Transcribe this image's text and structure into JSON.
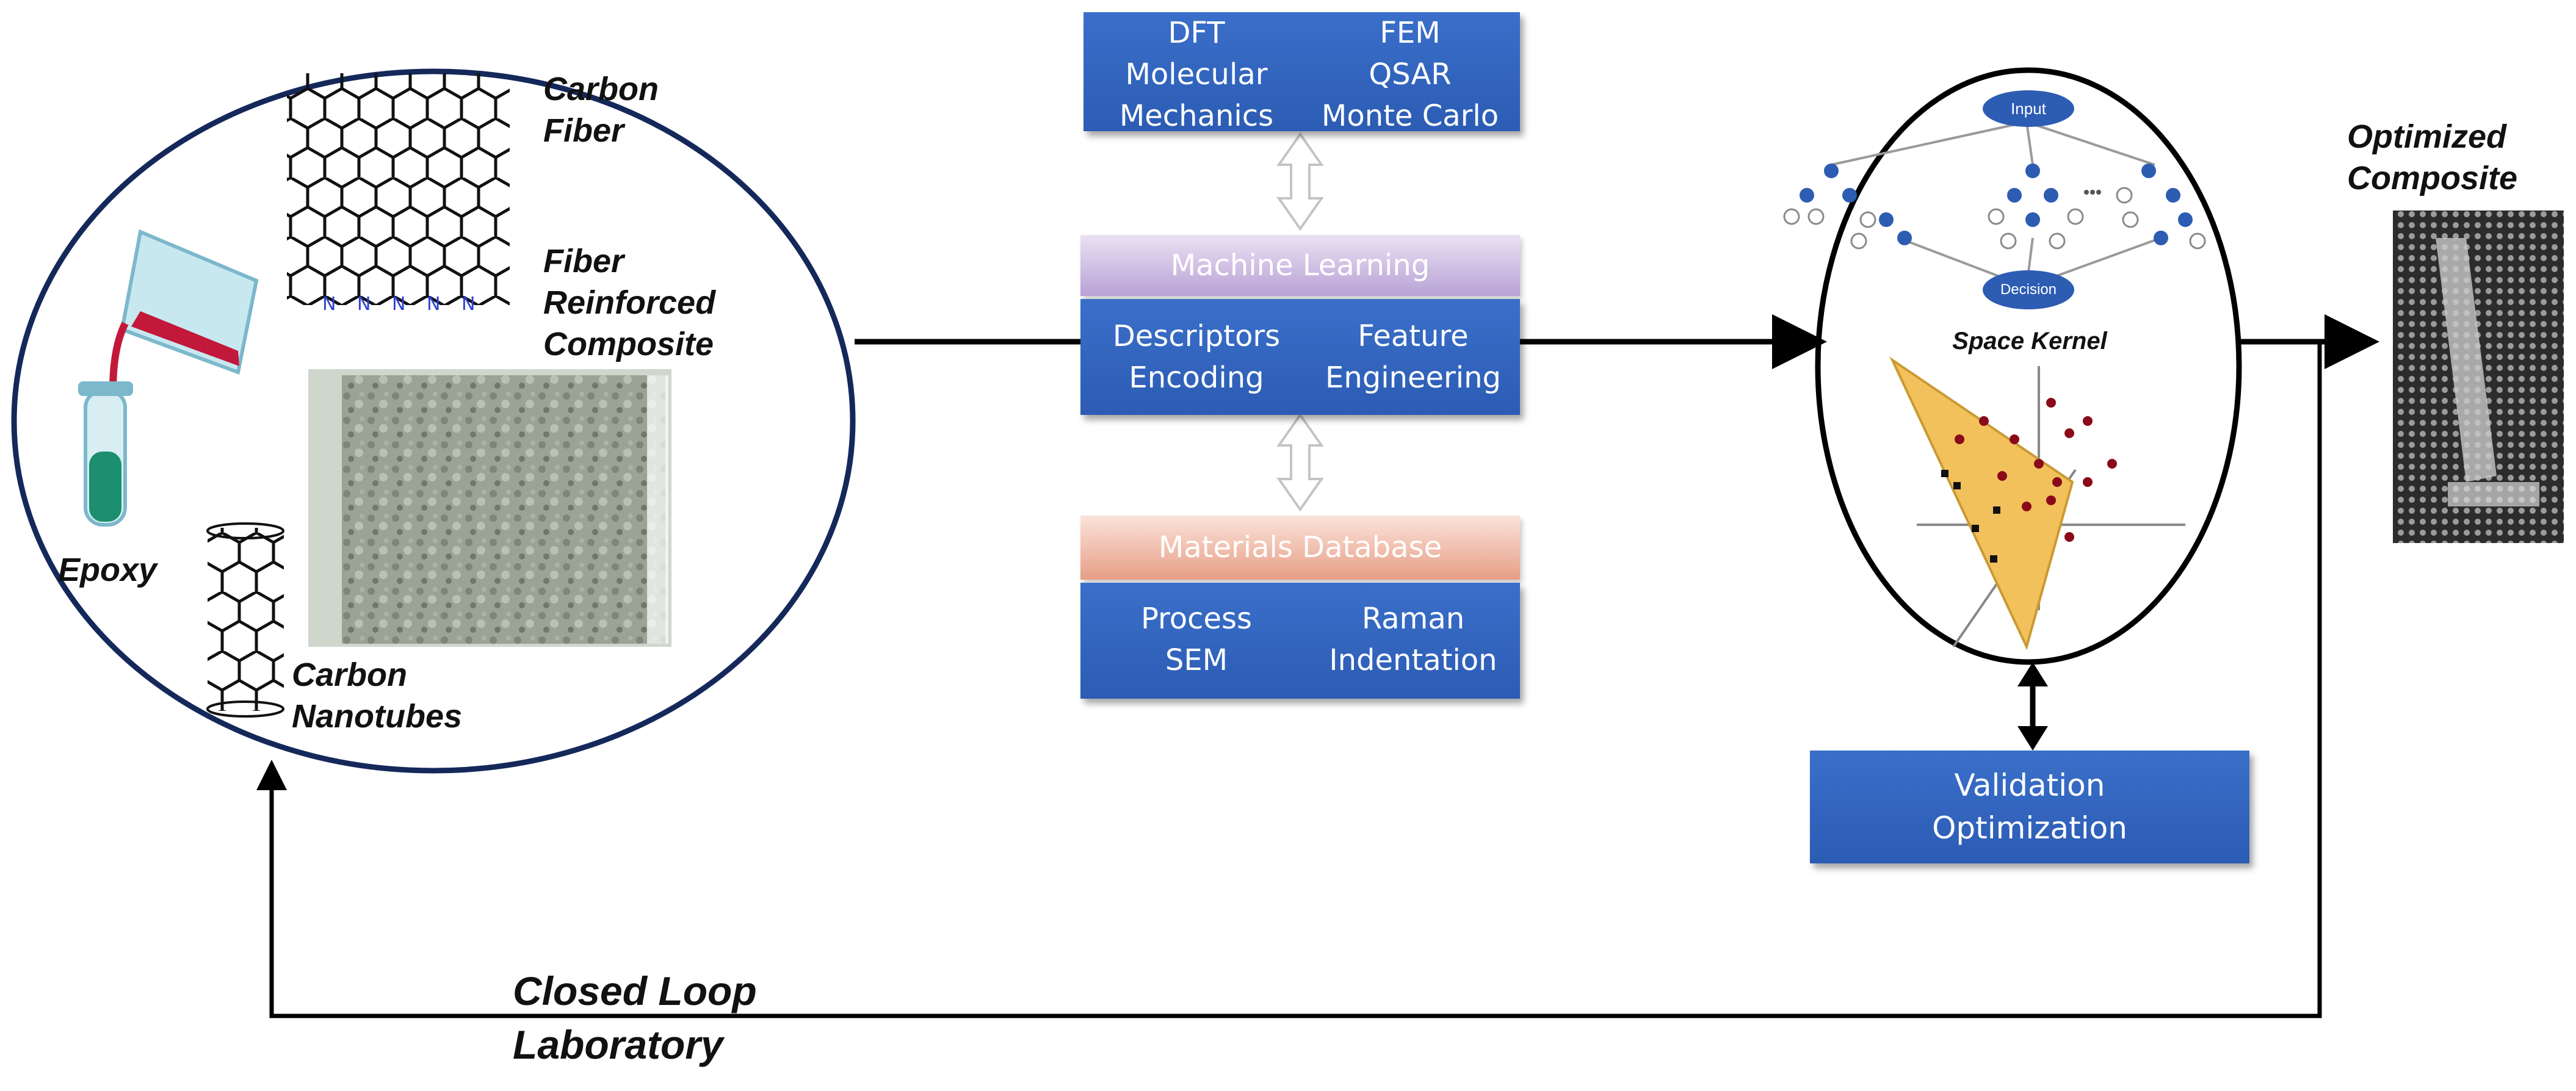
{
  "left": {
    "carbon_fiber": [
      "Carbon",
      "Fiber"
    ],
    "frc": [
      "Fiber",
      "Reinforced",
      "Composite"
    ],
    "epoxy": "Epoxy",
    "cnt": [
      "Carbon",
      "Nanotubes"
    ]
  },
  "top_box": {
    "left_col": [
      "DFT",
      "Molecular",
      "Mechanics"
    ],
    "right_col": [
      "FEM",
      "QSAR",
      "Monte Carlo"
    ]
  },
  "ml": {
    "header": "Machine Learning",
    "left_col": [
      "Descriptors",
      "Encoding"
    ],
    "right_col": [
      "Feature",
      "Engineering"
    ]
  },
  "db": {
    "header": "Materials Database",
    "left_col": [
      "Process",
      "SEM"
    ],
    "right_col": [
      "Raman",
      "Indentation"
    ]
  },
  "right": {
    "tree_input": "Input",
    "tree_decision": "Decision",
    "space_kernel": "Space Kernel",
    "optimized": [
      "Optimized",
      "Composite"
    ],
    "validation": [
      "Validation",
      "Optimization"
    ]
  },
  "bottom": {
    "closed_loop": [
      "Closed Loop",
      "Laboratory"
    ]
  },
  "colors": {
    "box_blue": "#2f60b8",
    "navy_outline": "#14285a",
    "node_blue": "#2d5cb3",
    "dark_red": "#8b0a1a",
    "kernel_yellow": "#f2c15c"
  }
}
